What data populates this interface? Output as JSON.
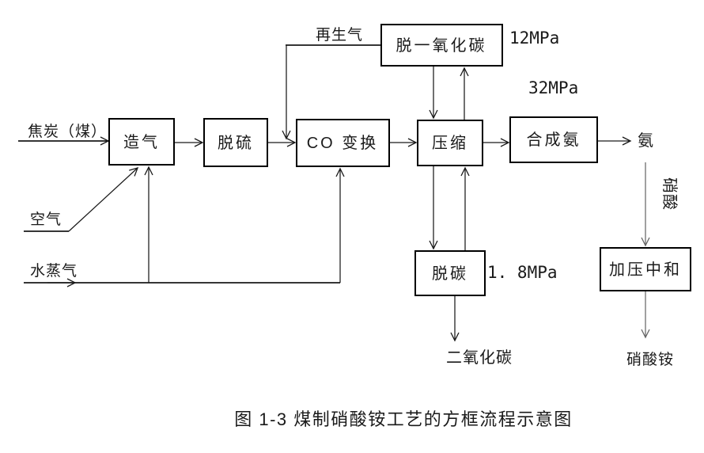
{
  "figure": {
    "caption": "图 1-3 煤制硝酸铵工艺的方框流程示意图"
  },
  "boxes": {
    "gasification": "造气",
    "desulfurization": "脱硫",
    "co_shift": "CO 变换",
    "compression": "压缩",
    "ammonia_synthesis": "合成氨",
    "co_removal": "脱一氧化碳",
    "decarbonization": "脱碳",
    "pressurized_neutralization": "加压中和"
  },
  "streams": {
    "coke_coal": "焦炭（煤）",
    "air": "空气",
    "steam": "水蒸气",
    "regeneration_gas": "再生气",
    "ammonia": "氨",
    "nitric_acid": "硝酸",
    "carbon_dioxide": "二氧化碳",
    "ammonium_nitrate": "硝酸铵"
  },
  "pressures": {
    "co_removal_stage": "12MPa",
    "synthesis_stage": "32MPa",
    "decarbonization_stage": "1. 8MPa"
  },
  "colors": {
    "ink": "#1a1a1a",
    "box": "#000000",
    "gray": "#666666",
    "bg": "#ffffff"
  }
}
